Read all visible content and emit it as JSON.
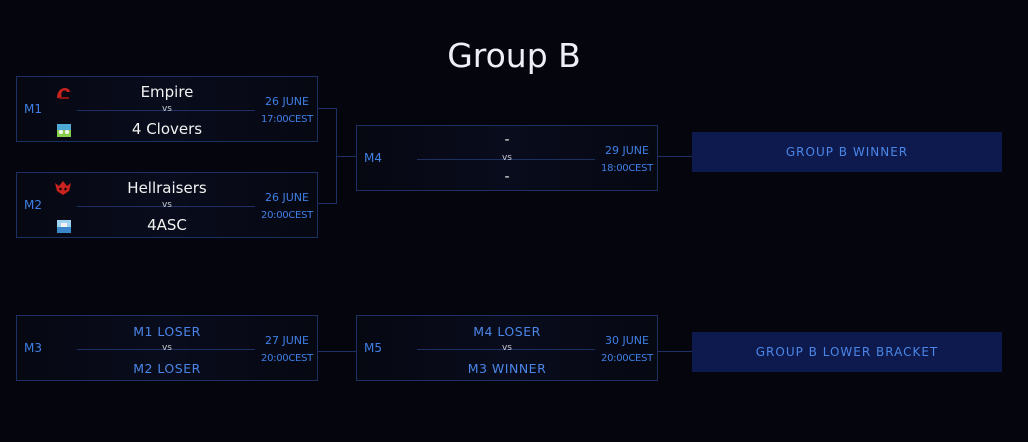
{
  "title": "Group B",
  "matches": {
    "m1": {
      "label": "M1",
      "team1": "Empire",
      "vs": "vs",
      "team2": "4 Clovers",
      "date": "26 JUNE",
      "time": "17:00CEST",
      "team1_logo": "empire-logo-icon",
      "team2_logo": "4-clovers-logo-icon"
    },
    "m2": {
      "label": "M2",
      "team1": "Hellraisers",
      "vs": "vs",
      "team2": "4ASC",
      "date": "26 JUNE",
      "time": "20:00CEST",
      "team1_logo": "hellraisers-logo-icon",
      "team2_logo": "4asc-logo-icon"
    },
    "m3": {
      "label": "M3",
      "team1": "M1 LOSER",
      "vs": "vs",
      "team2": "M2 LOSER",
      "date": "27 JUNE",
      "time": "20:00CEST"
    },
    "m4": {
      "label": "M4",
      "team1": "-",
      "vs": "vs",
      "team2": "-",
      "date": "29 JUNE",
      "time": "18:00CEST"
    },
    "m5": {
      "label": "M5",
      "team1": "M4 LOSER",
      "vs": "vs",
      "team2": "M3 WINNER",
      "date": "30 JUNE",
      "time": "20:00CEST"
    }
  },
  "results": {
    "winner": "GROUP B WINNER",
    "lower": "GROUP B LOWER BRACKET"
  },
  "colors": {
    "background": "#05050d",
    "accent": "#3f7fe6",
    "border": "#1d2f63",
    "result_bg": "#0e1a4d"
  }
}
